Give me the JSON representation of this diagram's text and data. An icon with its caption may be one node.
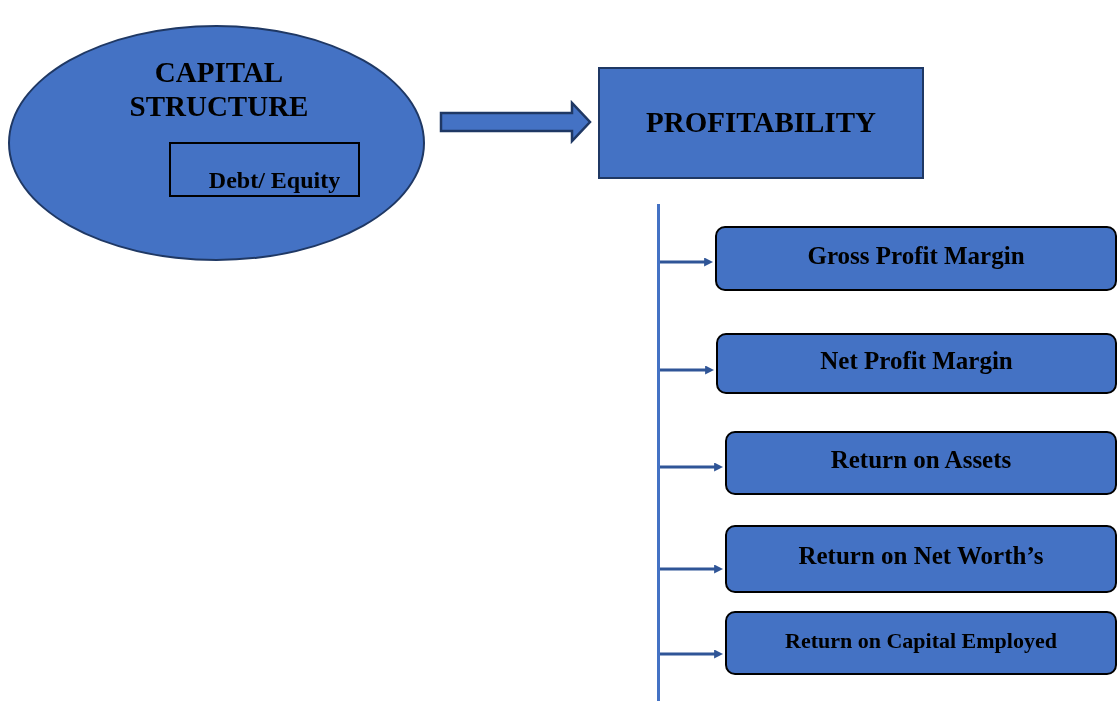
{
  "diagram": {
    "nodes": [
      {
        "text": [
          "CAPITAL STRUCTURE"
        ]
      },
      {
        "text": [
          "Debt/ Equity"
        ],
        "in": 0
      },
      {
        "text": [
          "PROFITABILITY"
        ]
      },
      {
        "text": [],
        "shape": "bar"
      },
      {
        "text": [
          "Gross Profit Margin"
        ]
      },
      {
        "text": [
          "Net Profit Margin"
        ]
      },
      {
        "text": [
          "Return on Assets"
        ]
      },
      {
        "text": [
          "Return on Net Worth’s"
        ]
      },
      {
        "text": [
          "Return on Capital Employed"
        ]
      }
    ],
    "edges": [
      {
        "from": 0,
        "to": 2,
        "arrow": "to",
        "style": "thick"
      },
      {
        "from": 3,
        "to": 4,
        "arrow": "to"
      },
      {
        "from": 3,
        "to": 5,
        "arrow": "to"
      },
      {
        "from": 3,
        "to": 6,
        "arrow": "to"
      },
      {
        "from": 3,
        "to": 7,
        "arrow": "to"
      },
      {
        "from": 3,
        "to": 8,
        "arrow": "to"
      }
    ]
  }
}
